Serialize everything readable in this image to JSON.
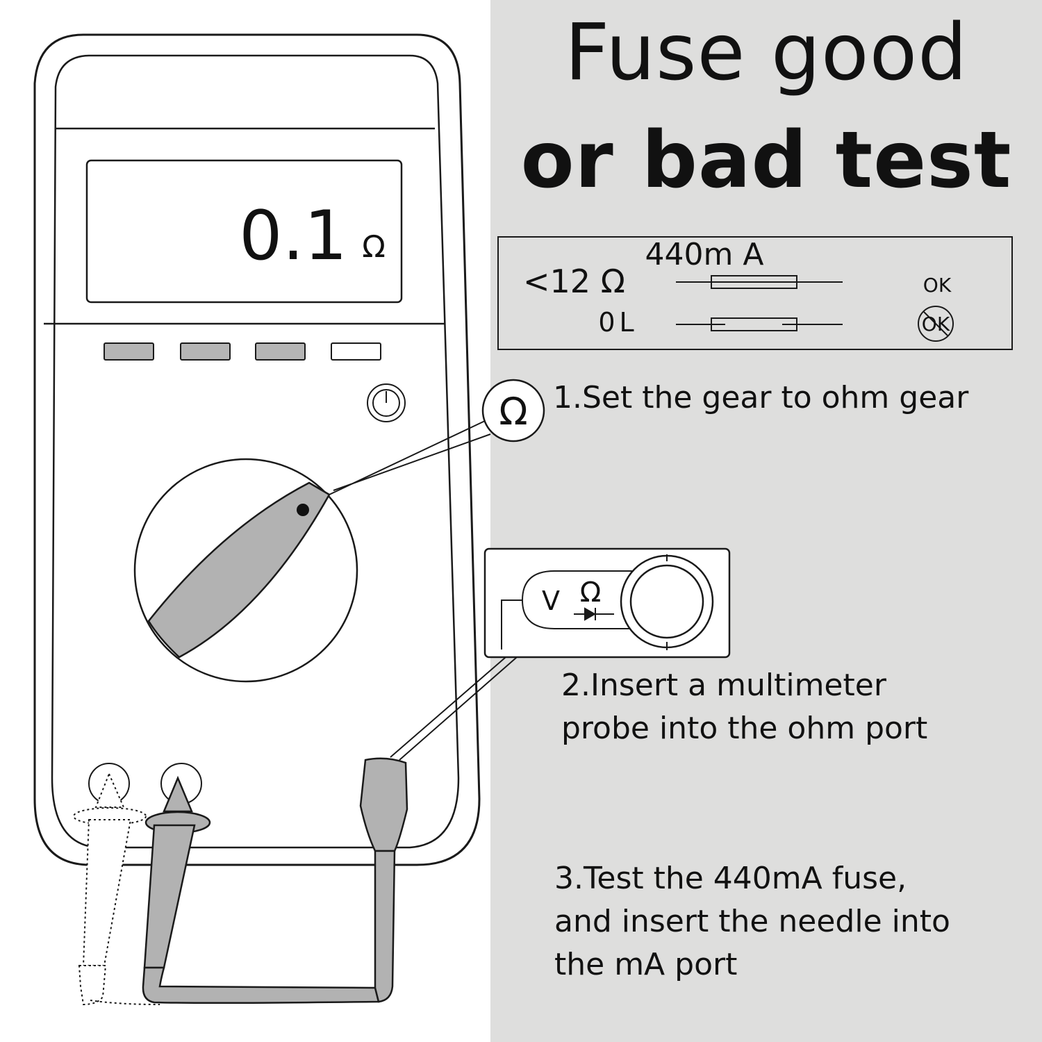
{
  "title": {
    "line1": "Fuse good",
    "line2": "or bad test"
  },
  "meter": {
    "display_value": "0.1",
    "display_unit": "Ω",
    "button_count": 4
  },
  "legend_box": {
    "current_label": "440m A",
    "good_reading": "<12 Ω",
    "bad_reading": "0L",
    "good_status": "OK",
    "bad_status": "OK"
  },
  "callouts": {
    "dial_symbol": "Ω",
    "port_v": "V",
    "port_ohm": "Ω"
  },
  "steps": [
    {
      "lines": [
        "1.Set the gear to ohm gear"
      ]
    },
    {
      "lines": [
        "2.Insert a multimeter",
        "probe into the ohm port"
      ]
    },
    {
      "lines": [
        "3.Test the 440mA fuse,",
        "and insert the needle into",
        "the mA port"
      ]
    }
  ],
  "colors": {
    "panel_bg": "#dededd",
    "probe_gray": "#b2b2b2",
    "button_gray": "#b5b5b5",
    "outline": "#1a1a1a"
  }
}
